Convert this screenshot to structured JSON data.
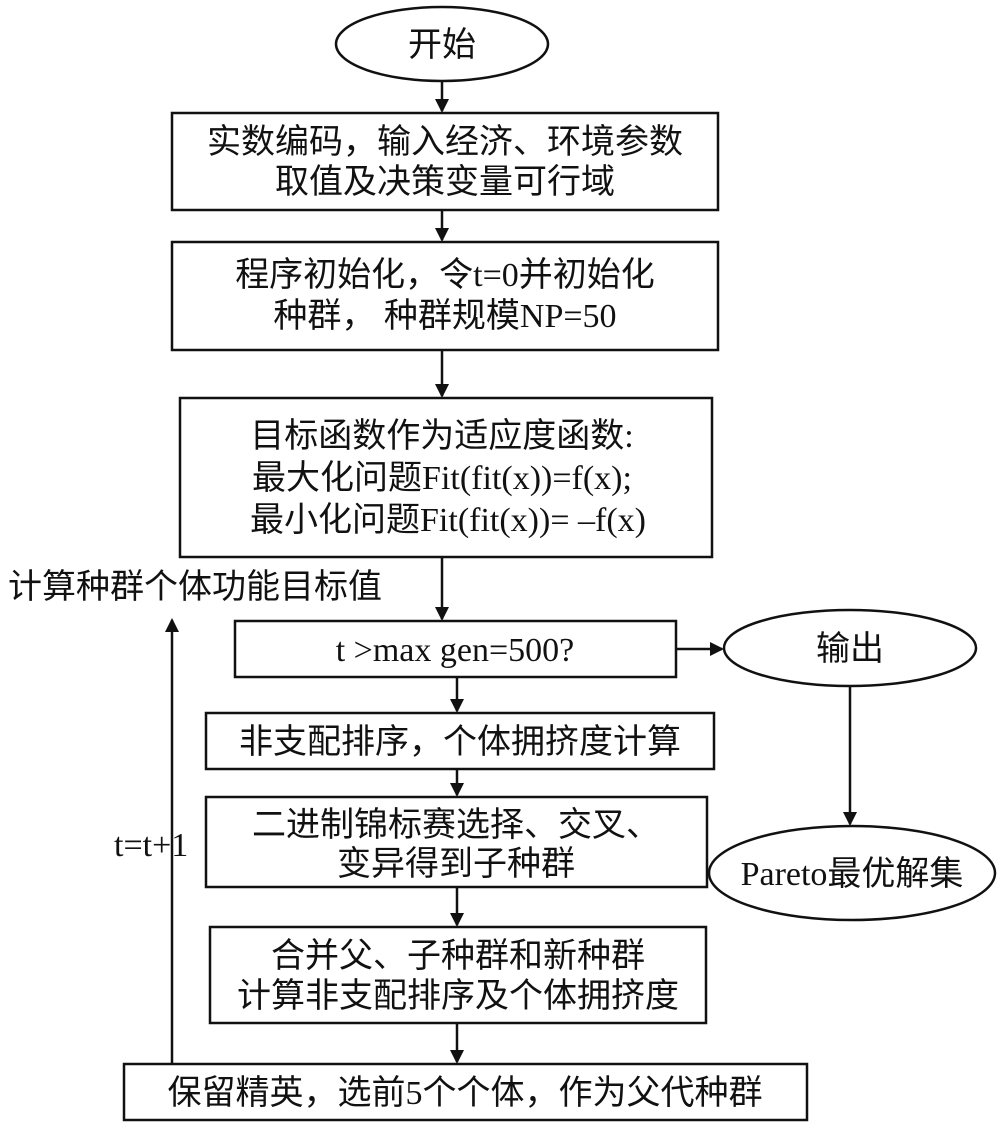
{
  "nodes": {
    "start": {
      "lines": [
        "开始"
      ]
    },
    "encode": {
      "lines": [
        "实数编码，输入经济、环境参数",
        "取值及决策变量可行域"
      ]
    },
    "init": {
      "lines": [
        "程序初始化，令t=0并初始化",
        "种群， 种群规模NP=50"
      ]
    },
    "objective": {
      "lines": [
        "目标函数作为适应度函数:",
        "最大化问题Fit(fit(x))=f(x);",
        "最小化问题Fit(fit(x))= –f(x)"
      ]
    },
    "decision": {
      "lines": [
        "t >max gen=500?"
      ]
    },
    "sort": {
      "lines": [
        "非支配排序，个体拥挤度计算"
      ]
    },
    "select": {
      "lines": [
        "二进制锦标赛选择、交叉、",
        "变异得到子种群"
      ]
    },
    "merge": {
      "lines": [
        "合并父、子种群和新种群",
        "计算非支配排序及个体拥挤度"
      ]
    },
    "elite": {
      "lines": [
        "保留精英，选前5个个体，作为父代种群"
      ]
    },
    "output": {
      "lines": [
        "输出"
      ]
    },
    "pareto": {
      "lines": [
        "Pareto最优解集"
      ]
    }
  },
  "labels": {
    "calc": "计算种群个体功能目标值",
    "loop": "t=t+1"
  }
}
